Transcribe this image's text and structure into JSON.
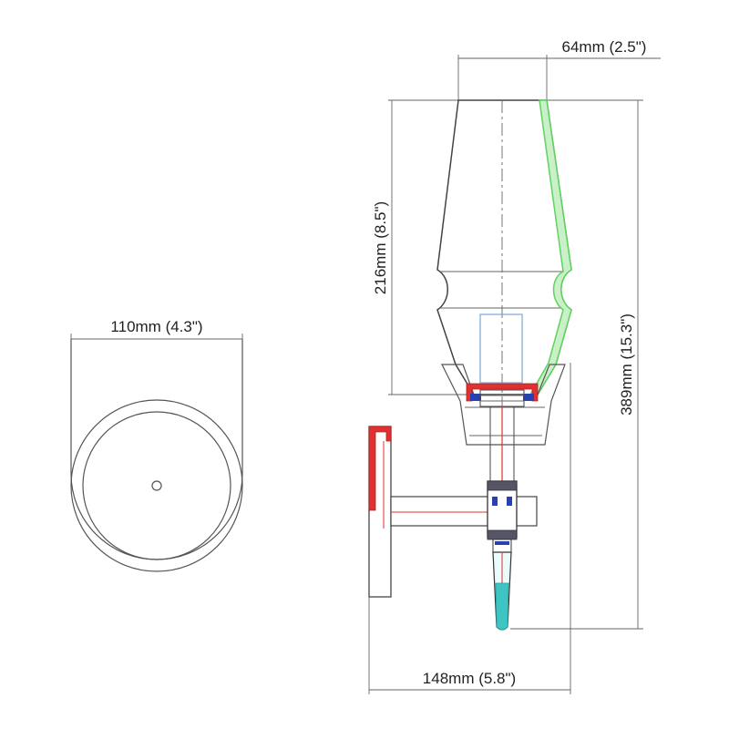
{
  "dimensions": {
    "front_width": "110mm (4.3\")",
    "top_width": "64mm (2.5\")",
    "shade_height": "216mm (8.5\")",
    "total_height": "389mm (15.3\")",
    "depth": "148mm (5.8\")"
  },
  "colors": {
    "outline": "#555555",
    "shade_section": "#5fd35f",
    "mount_section": "#e03030",
    "socket_blue": "#2a3fb0",
    "bulb_outline": "#7aa8d8",
    "tip_cyan": "#3fc4c4"
  }
}
